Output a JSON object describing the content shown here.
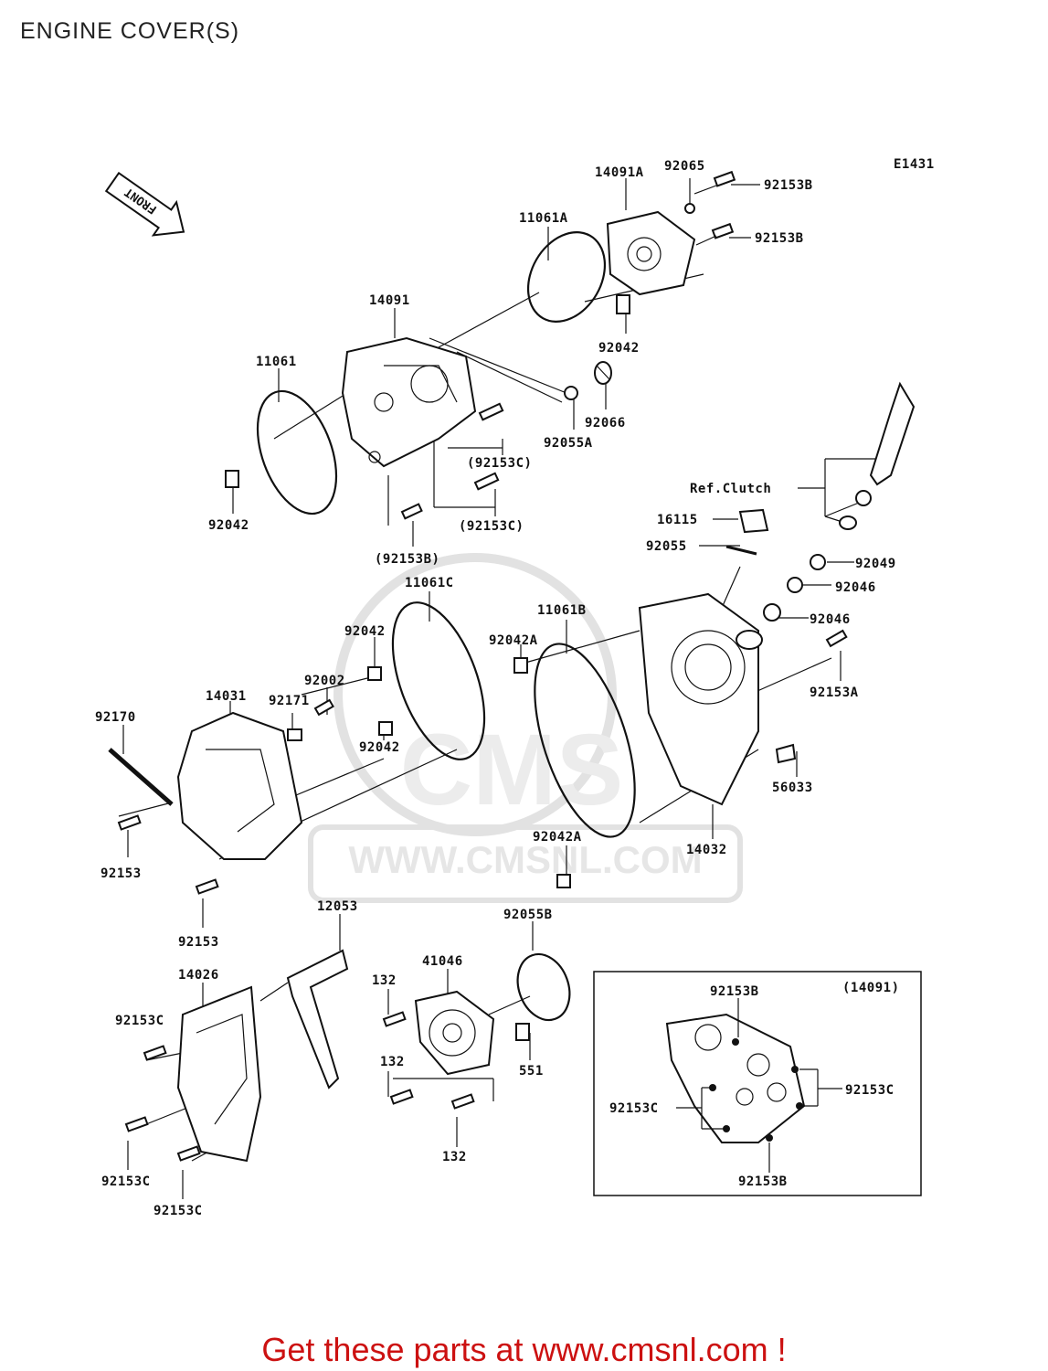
{
  "title": "ENGINE COVER(S)",
  "diagram_code": "E1431",
  "front_arrow_label": "FRONT",
  "watermark": {
    "logo_text": "CMS",
    "url": "WWW.CMSNL.COM"
  },
  "footer": "Get these parts at www.cmsnl.com !",
  "labels": {
    "l_14091A": "14091A",
    "l_92065": "92065",
    "l_92153B_a": "92153B",
    "l_92153B_b": "92153B",
    "l_11061A": "11061A",
    "l_14091": "14091",
    "l_92042_a": "92042",
    "l_11061": "11061",
    "l_92066": "92066",
    "l_92055A": "92055A",
    "l_92153C_p1": "(92153C)",
    "l_92153C_p2": "(92153C)",
    "l_92042_b": "92042",
    "l_92153B_p": "(92153B)",
    "l_ref_clutch": "Ref.Clutch",
    "l_16115": "16115",
    "l_92055": "92055",
    "l_92049": "92049",
    "l_92046_a": "92046",
    "l_92046_b": "92046",
    "l_11061C": "11061C",
    "l_11061B": "11061B",
    "l_92042_c": "92042",
    "l_92042A_a": "92042A",
    "l_92153A": "92153A",
    "l_92170": "92170",
    "l_14031": "14031",
    "l_92171": "92171",
    "l_92002": "92002",
    "l_92042_d": "92042",
    "l_56033": "56033",
    "l_92153_a": "92153",
    "l_92042A_b": "92042A",
    "l_14032": "14032",
    "l_92153_b": "92153",
    "l_12053": "12053",
    "l_92055B": "92055B",
    "l_14026": "14026",
    "l_41046": "41046",
    "l_132_a": "132",
    "l_92153C_a": "92153C",
    "l_132_b": "132",
    "l_551": "551",
    "l_132_c": "132",
    "l_92153C_b": "92153C",
    "l_92153C_c": "92153C",
    "l_inset_ref": "(14091)",
    "l_inset_92153B_top": "92153B",
    "l_inset_92153C_right": "92153C",
    "l_inset_92153C_left": "92153C",
    "l_inset_92153B_bottom": "92153B"
  }
}
